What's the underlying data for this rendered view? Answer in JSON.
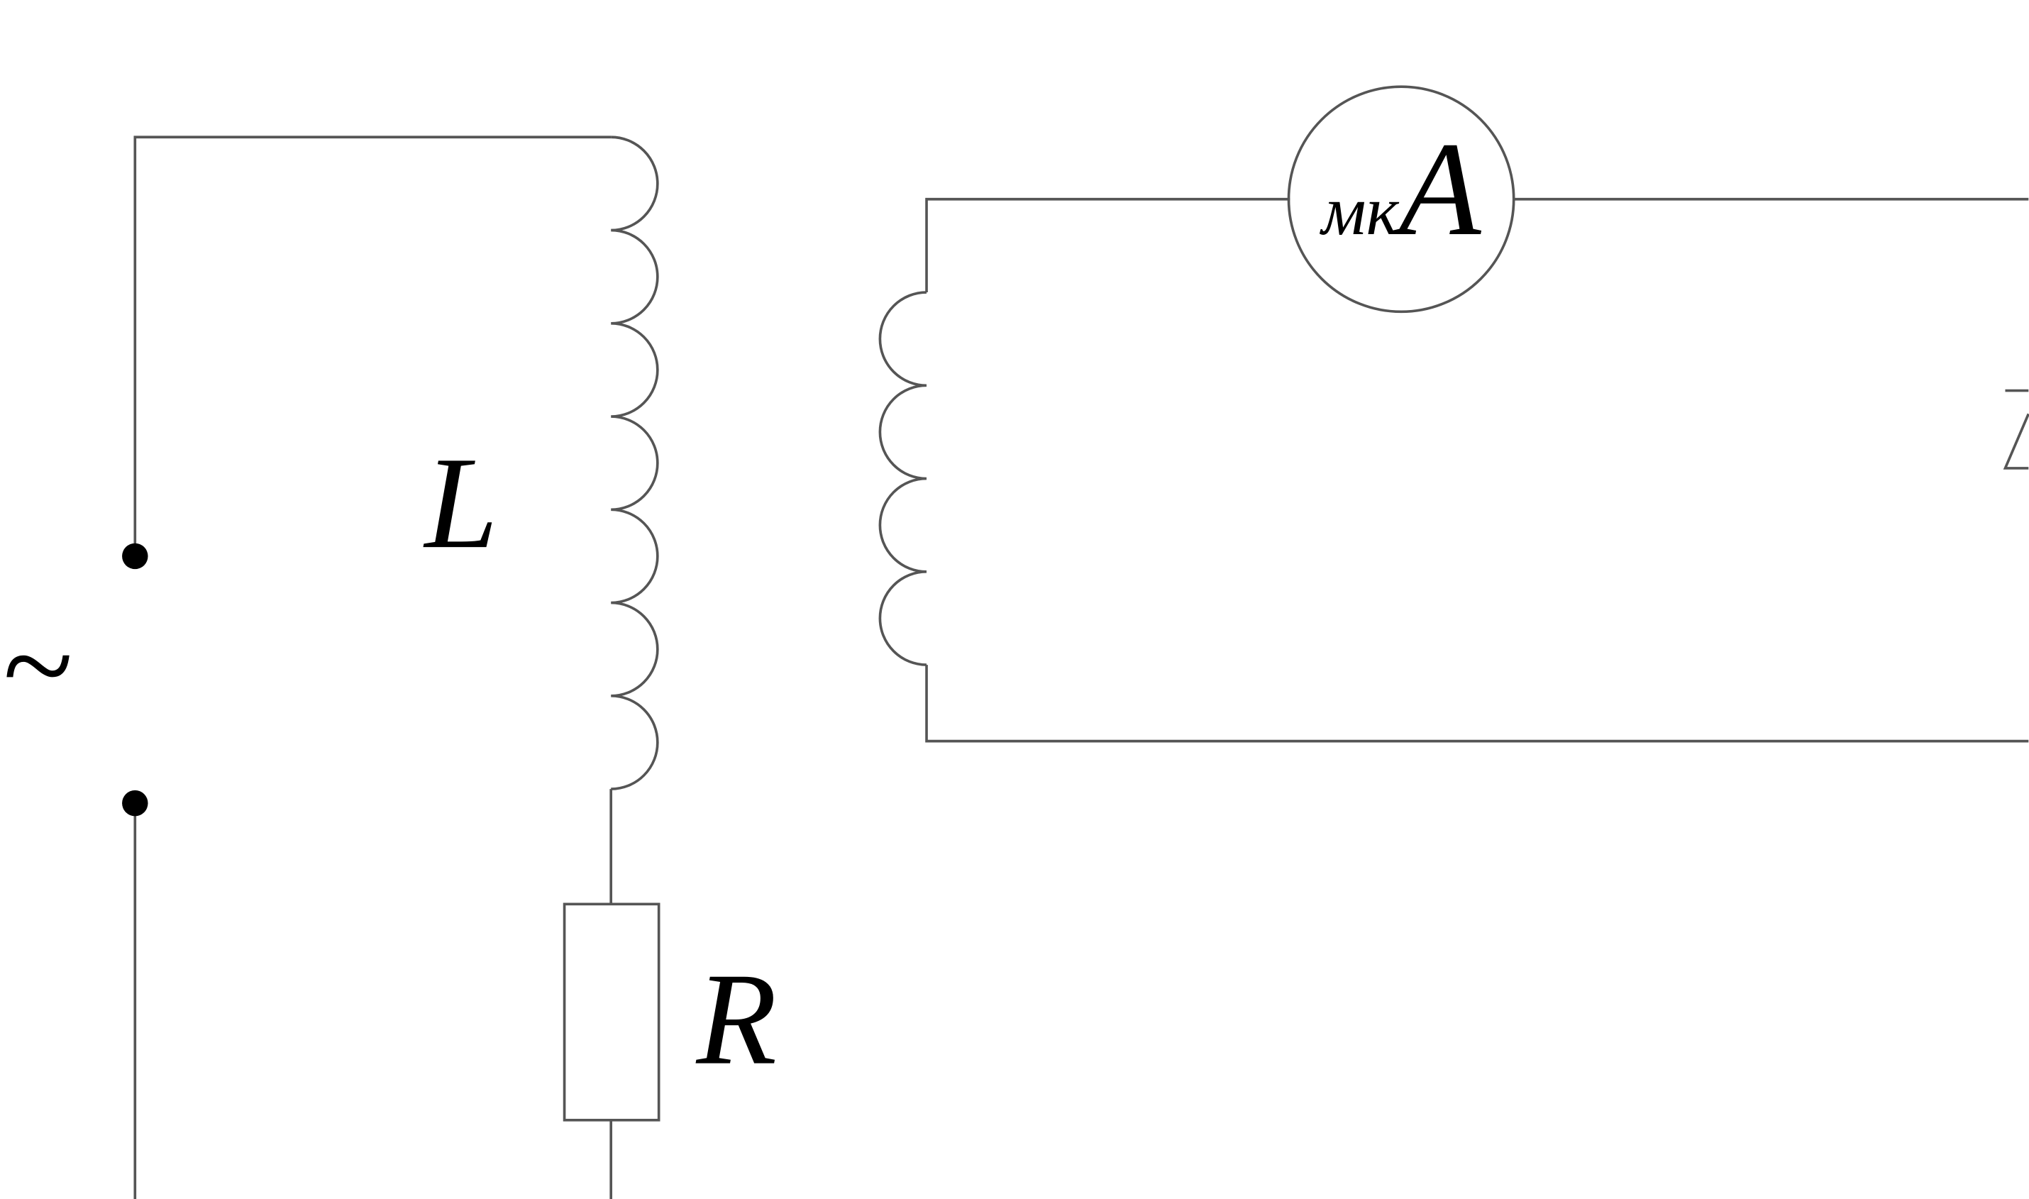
{
  "labels": {
    "inductor": "L",
    "resistor": "R",
    "source": "~",
    "meter_prefix": "мк",
    "meter_unit": "A"
  },
  "colors": {
    "wire": "#555555",
    "text": "#000000",
    "background": "#ffffff"
  }
}
